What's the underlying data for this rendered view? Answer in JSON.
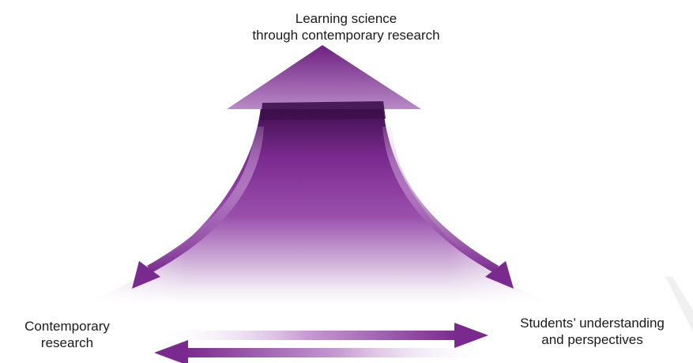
{
  "diagram": {
    "top_node": {
      "line1": "Learning science",
      "line2": "through contemporary research"
    },
    "left_node": {
      "line1": "Contemporary",
      "line2": "research"
    },
    "right_node": {
      "line1": "Students’ understanding",
      "line2": "and perspectives"
    }
  },
  "colors": {
    "primary_purple": "#7a2a8e",
    "dark_purple": "#4a1458",
    "light_purple": "#c9a3d3",
    "text": "#1a1a1a"
  }
}
